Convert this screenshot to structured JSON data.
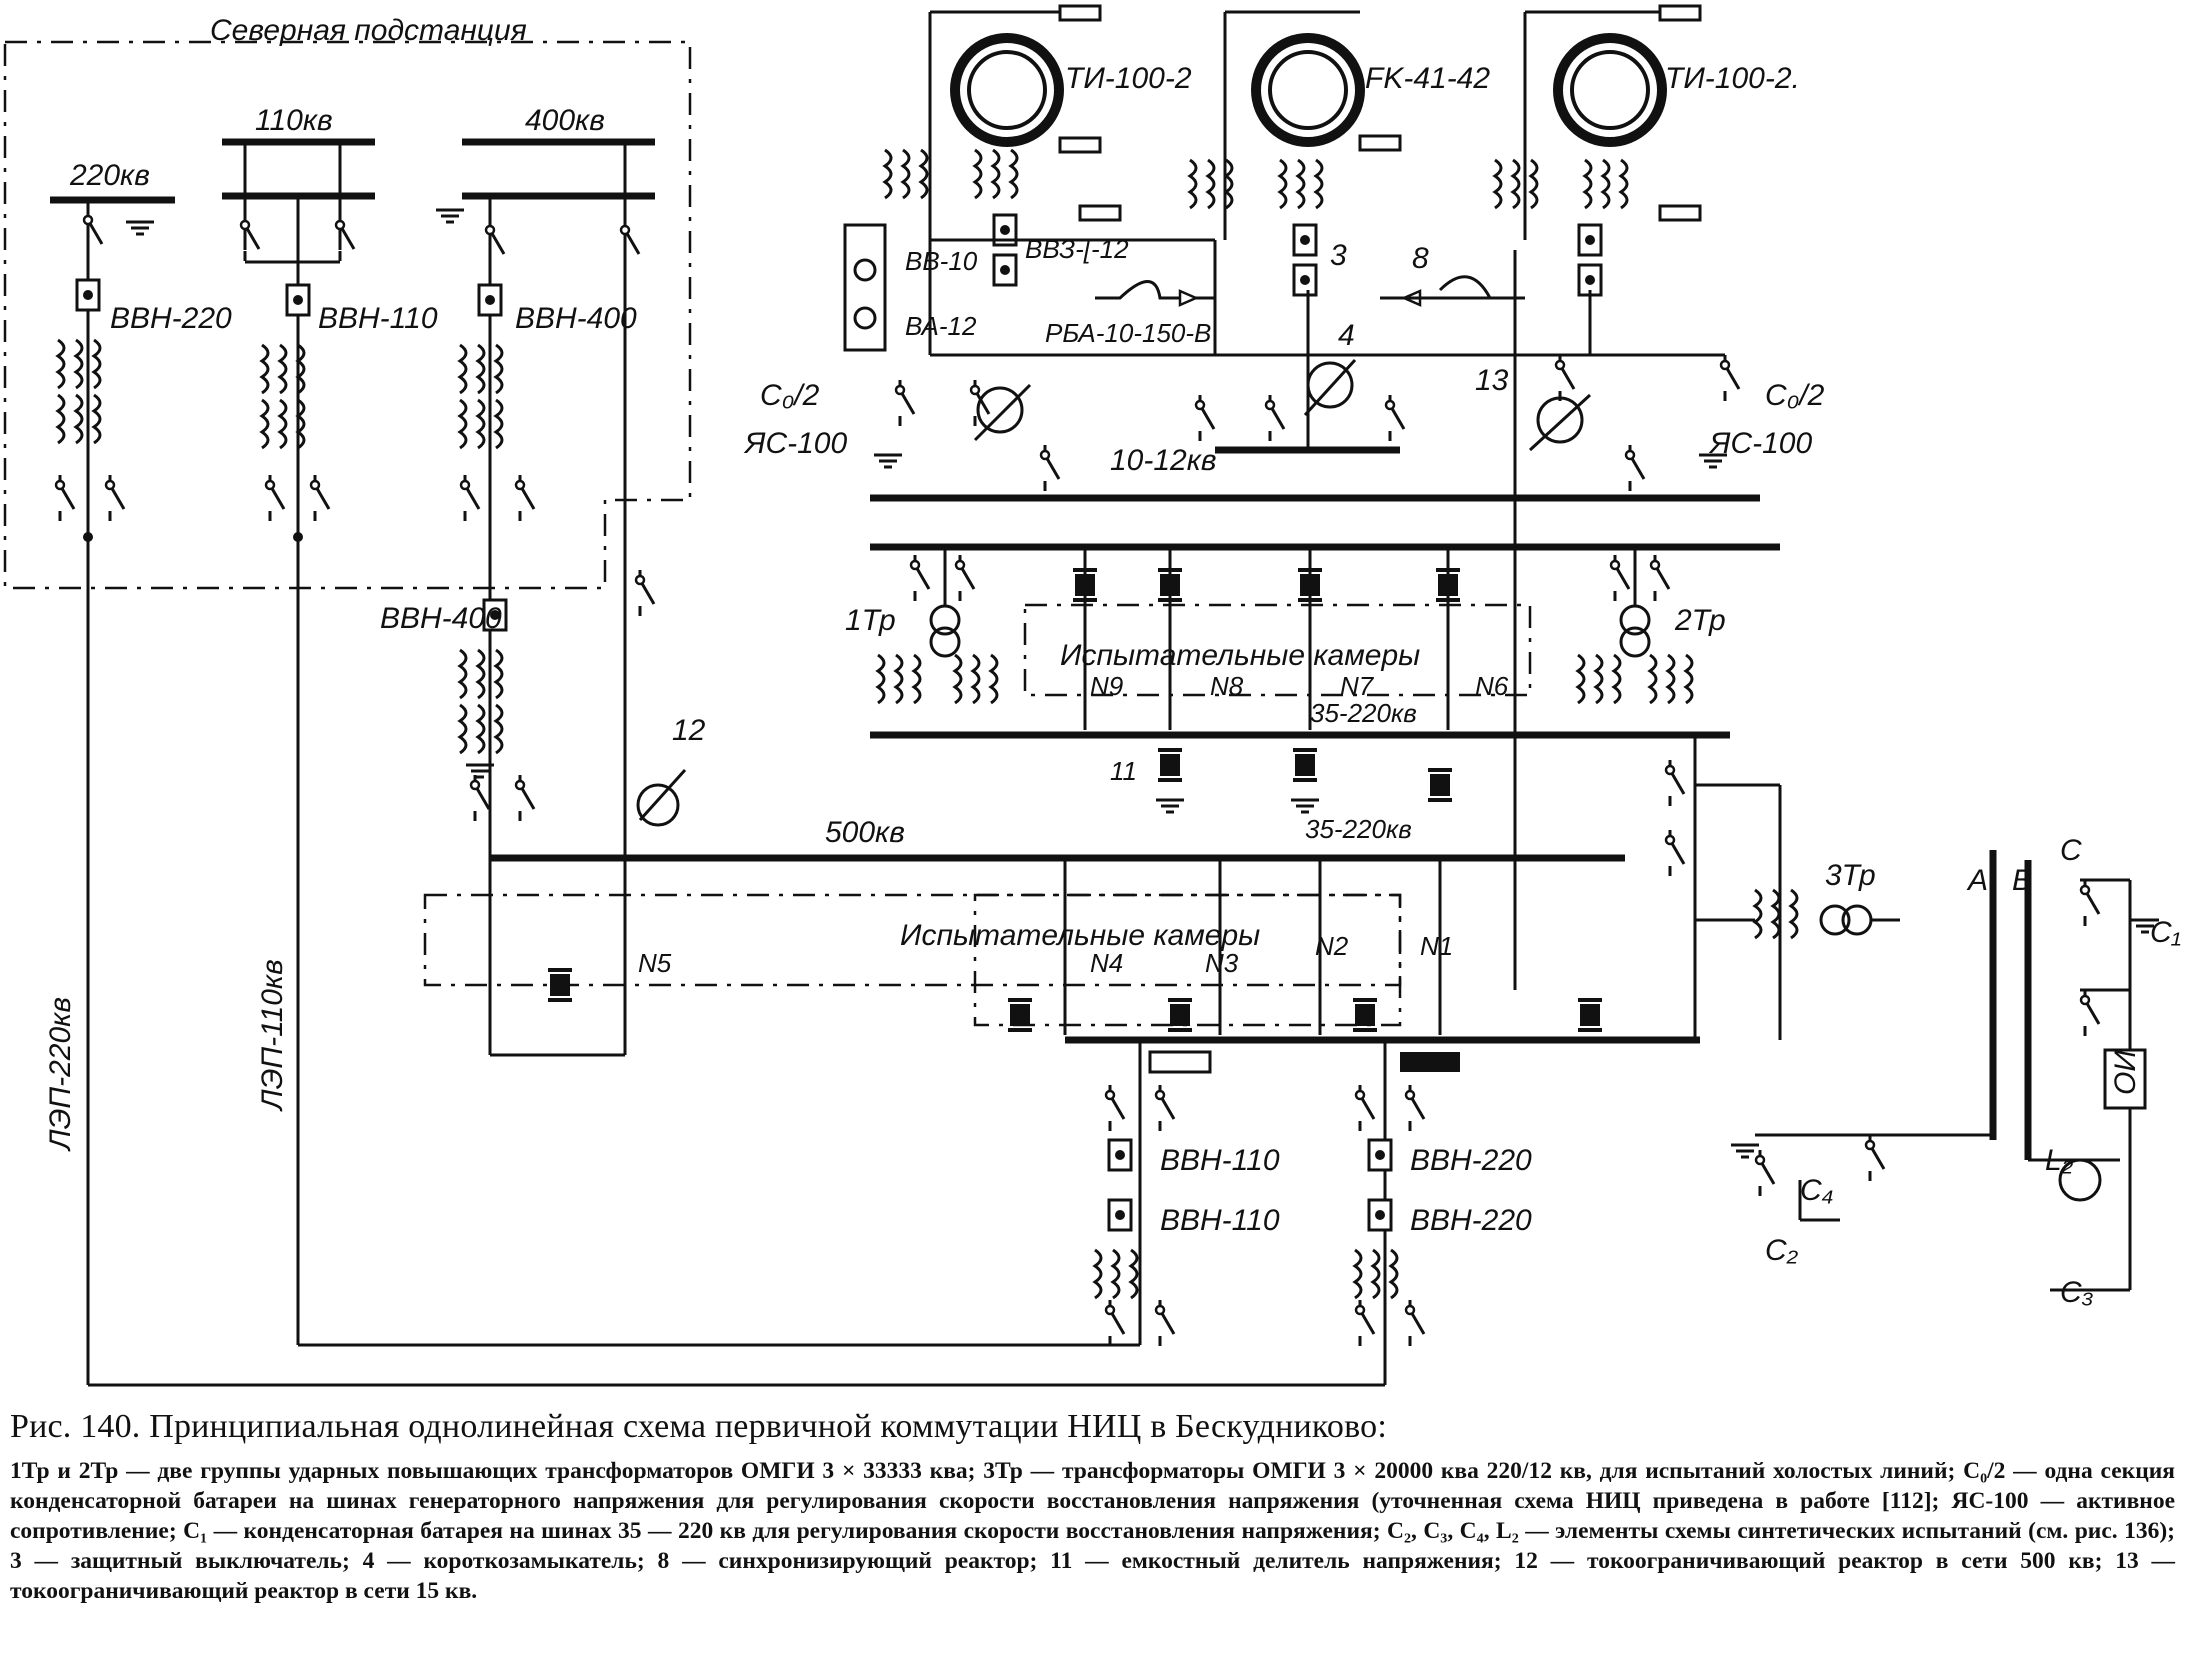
{
  "diagram": {
    "substation_title": "Северная подстанция",
    "labels": {
      "kv220": "220кв",
      "kv110": "110кв",
      "kv400": "400кв",
      "vvn220": "ВВН-220",
      "vvn110": "ВВН-110",
      "vvn400": "ВВН-400",
      "vvn400b": "ВВН-400",
      "ti100_2a": "ТИ-100-2",
      "fk41": "FK-41-42",
      "ti100_2b": "ТИ-100-2.",
      "vv10": "ВВ-10",
      "vvz": "ВВЗ-[-12",
      "va12": "ВА-12",
      "rba": "РБА-10-150-В",
      "n3": "3",
      "n4": "4",
      "n8": "8",
      "n13": "13",
      "c0a": "C₀/2",
      "c0b": "C₀/2",
      "ys100a": "ЯС-100",
      "ys100b": "ЯС-100",
      "kv10_12": "10-12кв",
      "tr1": "1Тр",
      "tr2": "2Тр",
      "tr3": "3Тр",
      "chambers_top": "Испытательные камеры",
      "n9": "N9",
      "n8b": "N8",
      "n7": "N7",
      "n6": "N6",
      "kv35_220a": "35-220кв",
      "kv35_220b": "35-220кв",
      "n11": "11",
      "n12": "12",
      "kv500": "500кв",
      "chambers_bottom": "Испытательные камеры",
      "n4b": "N4",
      "n3b": "N3",
      "n2": "N2",
      "n1": "N1",
      "n5": "N5",
      "lep220": "ЛЭП-220кв",
      "lep110": "ЛЭП-110кв",
      "vvn110a": "ВВН-110",
      "vvn110b": "ВВН-110",
      "vvn220a": "ВВН-220",
      "vvn220b": "ВВН-220",
      "a": "A",
      "b": "B",
      "c": "C",
      "c1": "C₁",
      "c2": "C₂",
      "c3": "C₃",
      "c4": "C₄",
      "l2": "L₂",
      "ou": "ОИ"
    }
  },
  "caption": {
    "title": "Рис. 140. Принципиальная однолинейная схема первичной коммутации НИЦ в Бескудниково:",
    "body": "1Тр и 2Тр — две группы ударных повышающих трансформаторов ОМГИ 3 × 33333 ква; 3Тр — трансформаторы ОМГИ 3 × 20000 ква 220/12 кв, для испытаний холостых линий; C₀/2 — одна секция конденсаторной батареи на шинах генераторного напряжения для регулирования скорости восстановления напряжения (уточненная схема НИЦ приведена в работе [112]; ЯС-100 — активное сопротивление; C₁ — конденсаторная батарея на шинах 35 — 220 кв для регулирования скорости восстановления напряжения; C₂, C₃, C₄, L₂ — элементы схемы синтетических испытаний (см. рис. 136); 3 — защитный выключатель; 4 — короткозамыкатель; 8 — синхронизирующий реактор; 11 — емкостный делитель напряжения; 12 — токоограничивающий реактор в сети 500 кв; 13 — токоограничивающий реактор в сети 15 кв."
  }
}
